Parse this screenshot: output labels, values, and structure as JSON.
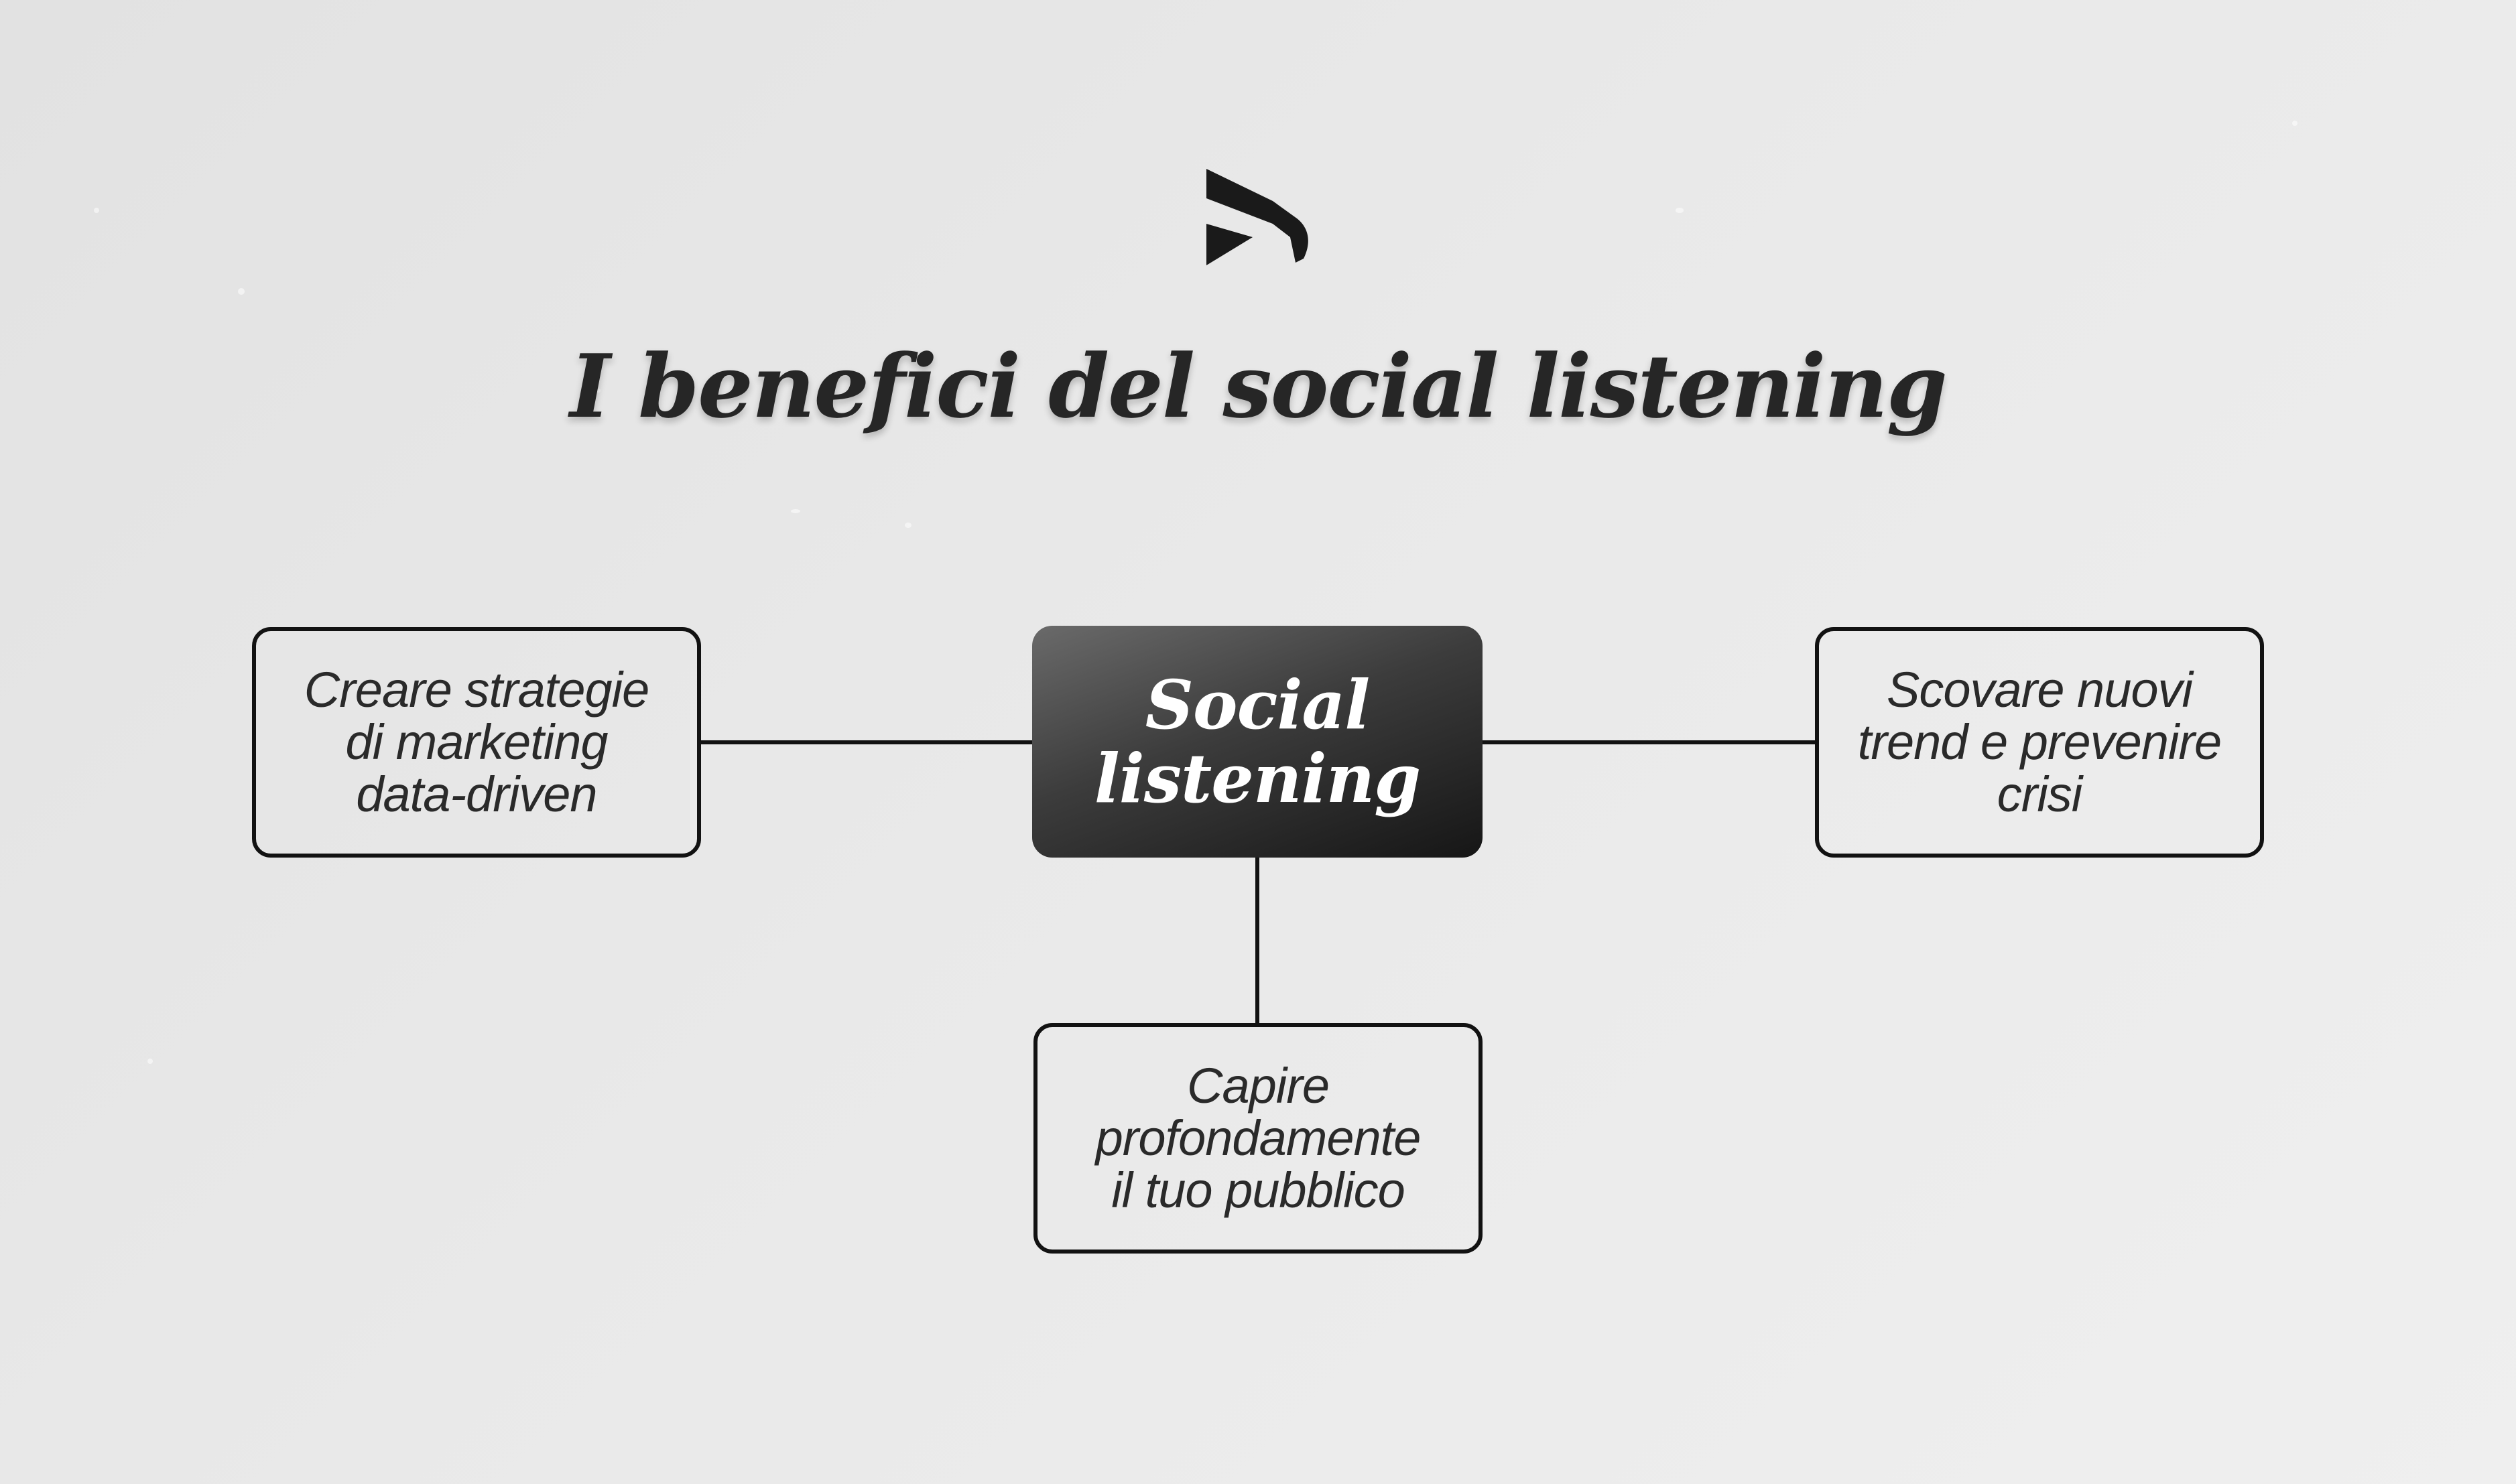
{
  "title": "I benefici del social listening",
  "logo": {
    "icon": "brand-mark-icon",
    "color": "#1a1a1a"
  },
  "diagram": {
    "center": {
      "label": "Social\nlistening"
    },
    "nodes": {
      "left": {
        "label": "Creare strategie\ndi marketing\ndata-driven"
      },
      "right": {
        "label": "Scovare nuovi\ntrend e prevenire\ncrisi"
      },
      "bottom": {
        "label": "Capire\nprofondamente\nil tuo pubblico"
      }
    }
  },
  "colors": {
    "background": "#e9e9e9",
    "stroke": "#121212",
    "center_fill": "#2e2e2e",
    "center_text": "#ffffff",
    "text": "#2a2a2a"
  }
}
